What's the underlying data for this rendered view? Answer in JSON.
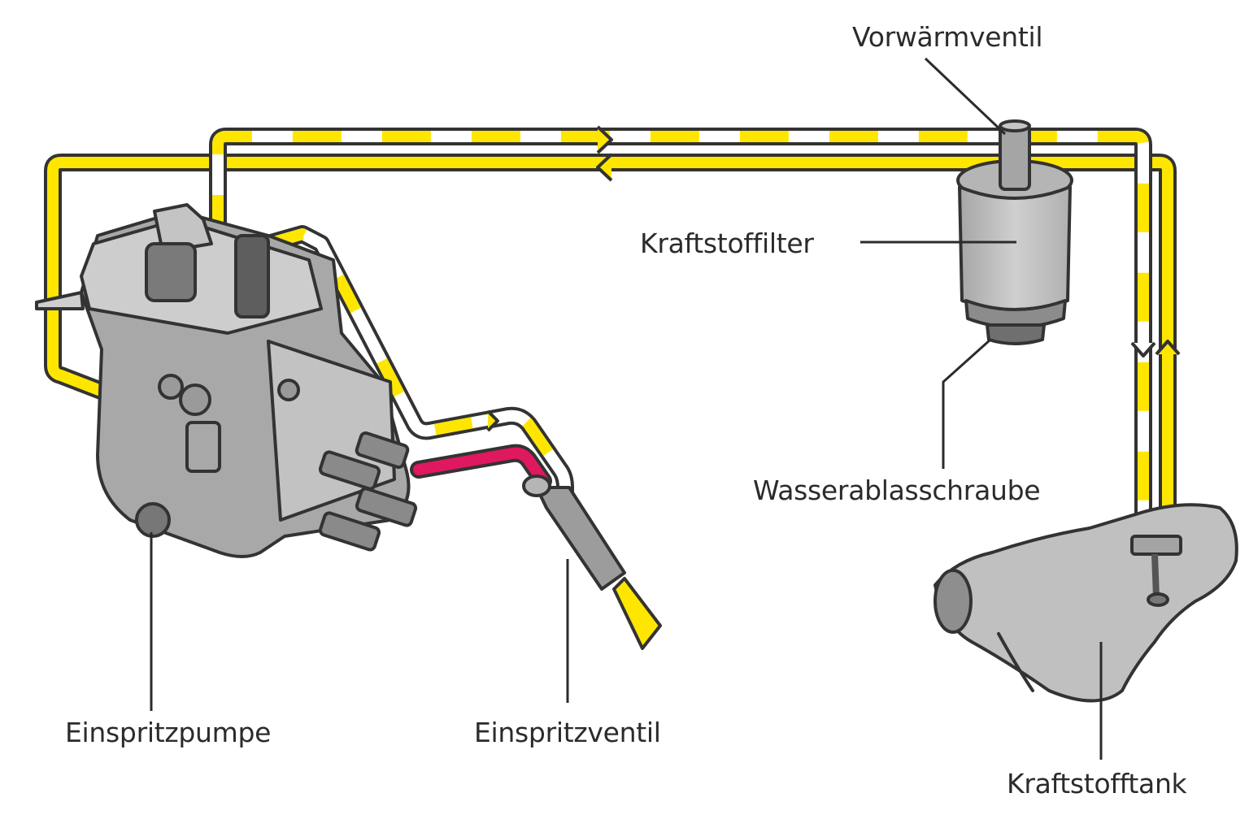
{
  "colors": {
    "fuel_yellow": "#ffe600",
    "high_pressure_red": "#e0185f",
    "metal_light": "#c8c8c8",
    "metal_mid": "#a9a9a9",
    "metal_dark": "#7c7c7c",
    "outline": "#333333",
    "background": "#ffffff"
  },
  "labels": {
    "preheat_valve": "Vorwärmventil",
    "fuel_filter": "Kraftstoffilter",
    "water_drain_screw": "Wasserablasschraube",
    "injection_pump": "Einspritzpumpe",
    "injection_valve": "Einspritzventil",
    "fuel_tank": "Kraftstofftank"
  },
  "flow_arrows": [
    {
      "line": "return-top",
      "direction": "right-icon"
    },
    {
      "line": "supply-top",
      "direction": "left-icon"
    },
    {
      "line": "tank-return",
      "direction": "down-icon"
    },
    {
      "line": "tank-supply",
      "direction": "up-icon"
    },
    {
      "line": "injector-leak",
      "direction": "right-icon"
    }
  ]
}
